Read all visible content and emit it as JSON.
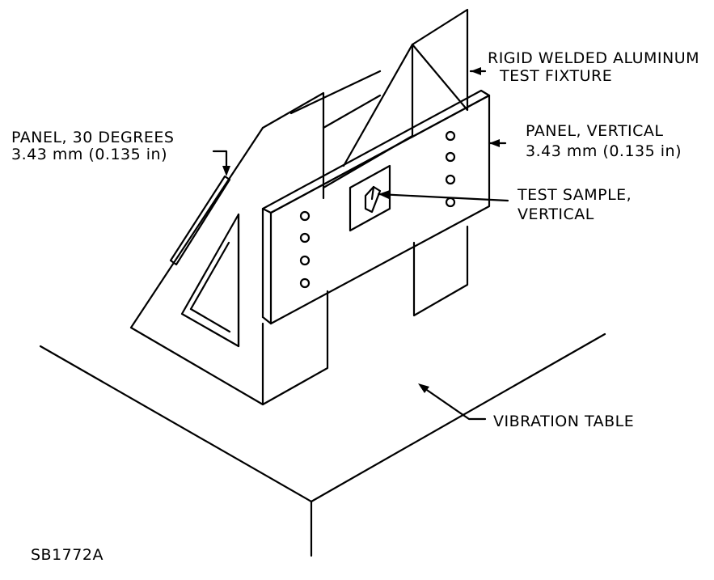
{
  "labels": {
    "fixture_line1": "RIGID WELDED ALUMINUM",
    "fixture_line2": "TEST FIXTURE",
    "panel30_line1": "PANEL, 30 DEGREES",
    "panel30_line2": "3.43 mm (0.135 in)",
    "panelv_line1": "PANEL, VERTICAL",
    "panelv_line2": "3.43 mm (0.135 in)",
    "sample_line1": "TEST SAMPLE,",
    "sample_line2": "VERTICAL",
    "table": "VIBRATION TABLE",
    "figure_id": "SB1772A"
  }
}
